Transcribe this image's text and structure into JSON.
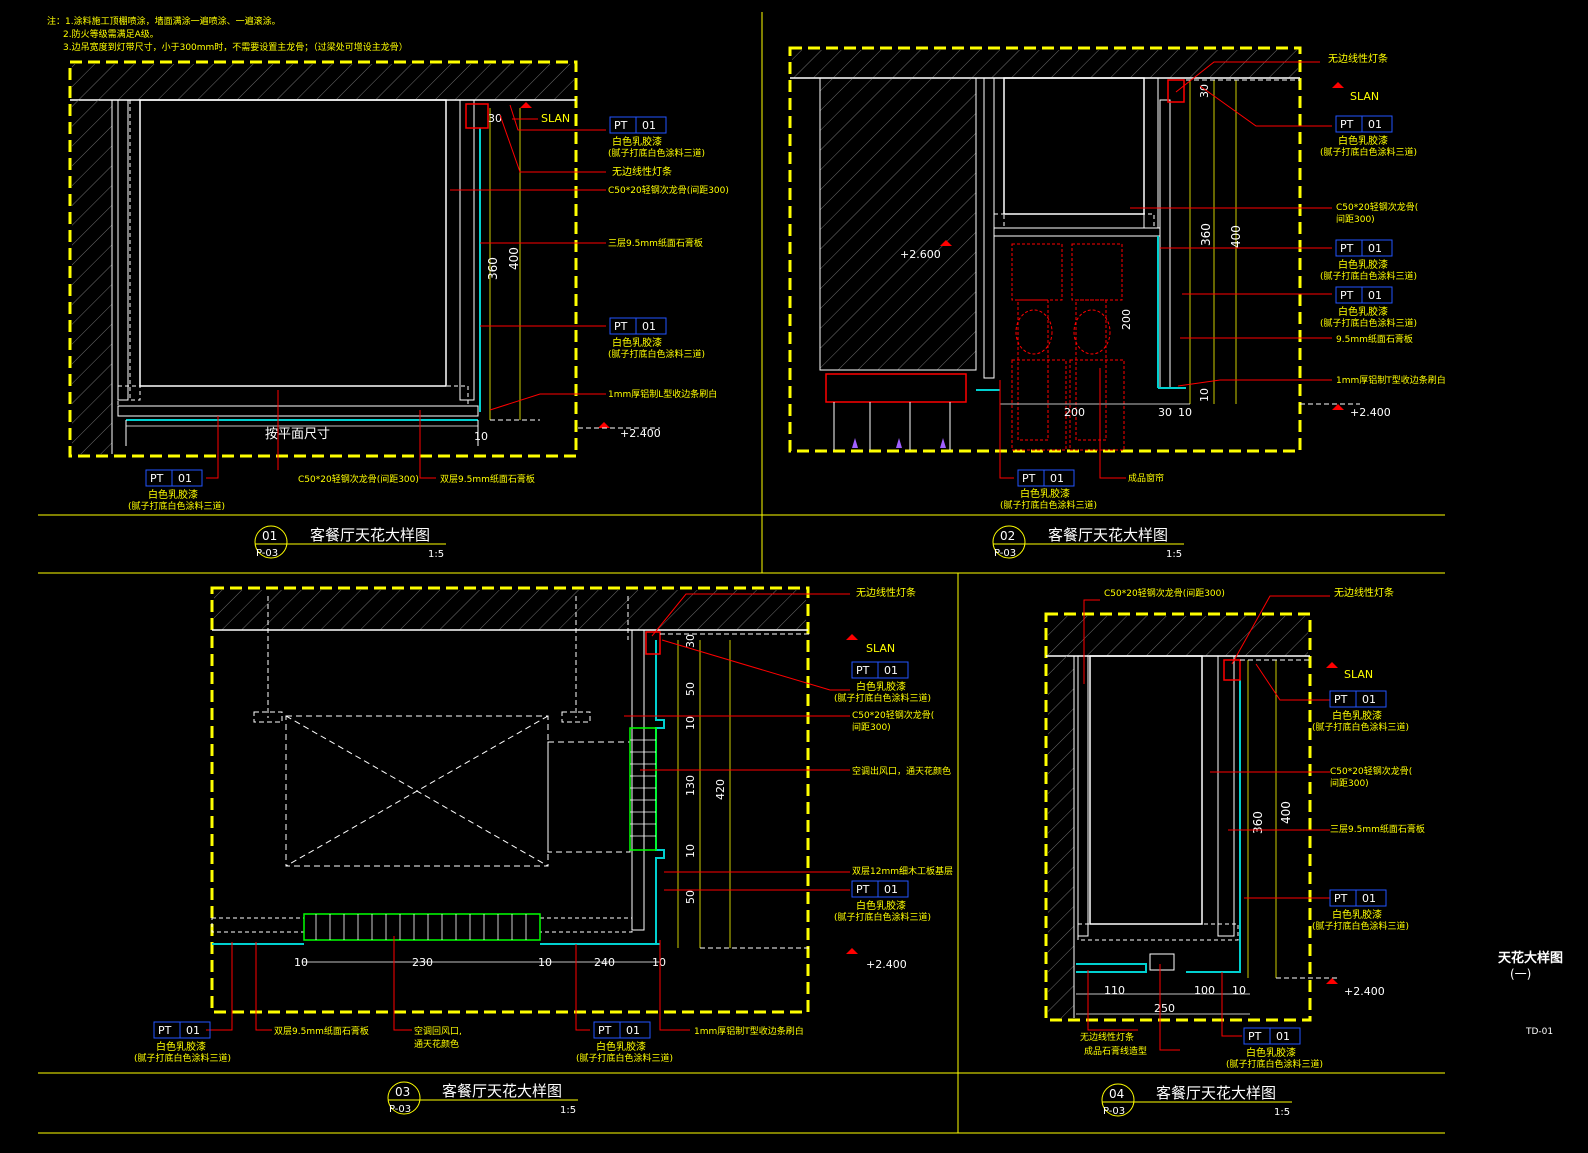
{
  "colors": {
    "bg": "#000000",
    "frame": "#ffff00",
    "leader": "#ff0000",
    "label": "#ffff00",
    "tag": "#ffffff",
    "tag_box": "#2255ff",
    "structure": "#ffffff",
    "cyan": "#00d0d0",
    "green": "#00ff00"
  },
  "notes": [
    "注：1.涂料施工顶棚喷涂，墙面满涂一遍喷涂、一遍滚涂。",
    "2.防火等级需满足A级。",
    "3.边吊宽度到灯带尺寸，小于300mm时，不需要设置主龙骨；（过梁处可增设主龙骨）"
  ],
  "common": {
    "pt_tag": "PT",
    "pt_code": "01",
    "paint_name": "白色乳胶漆",
    "paint_spec": "(腻子打底白色涂料三道)",
    "led_strip": "无边线性灯条",
    "slab": "SLAN",
    "level_ceiling": "+2.400",
    "level_window": "+2.600",
    "sheet_ref": "P-03",
    "scale": "1:5",
    "detail_title": "客餐厅天花大样图"
  },
  "details": [
    {
      "no": "01",
      "labels": {
        "keel_1": "C50*20轻钢次龙骨(间距300)",
        "gypsum_3": "三层9.5mm纸面石膏板",
        "trim": "1mm厚铝制L型收边条刷白",
        "plan_size": "按平面尺寸",
        "keel_2": "C50*20轻钢次龙骨(间距300)",
        "gypsum_2": "双层9.5mm纸面石膏板"
      },
      "dims": [
        "30",
        "360",
        "400",
        "10"
      ]
    },
    {
      "no": "02",
      "labels": {
        "keel": "C50*20轻钢次龙骨(",
        "keel_2": "间距300)",
        "gypsum": "9.5mm纸面石膏板",
        "trim": "1mm厚铝制T型收边条刷白",
        "curtain": "成品窗帘"
      },
      "dims": [
        "30",
        "360",
        "400",
        "200",
        "10",
        "200",
        "30",
        "10"
      ]
    },
    {
      "no": "03",
      "labels": {
        "keel": "C50*20轻钢次龙骨(",
        "keel_2": "间距300)",
        "ac_out": "空调出风口，通天花颜色",
        "board": "双层12mm细木工板基层",
        "gypsum_2": "双层9.5mm纸面石膏板",
        "ac_return": "空调回风口,",
        "ac_return_2": "通天花颜色",
        "trim": "1mm厚铝制T型收边条刷白"
      },
      "dims": [
        "30",
        "50",
        "10",
        "130",
        "10",
        "50",
        "420",
        "10",
        "230",
        "10",
        "240",
        "10"
      ]
    },
    {
      "no": "04",
      "labels": {
        "keel_top": "C50*20轻钢次龙骨(间距300)",
        "keel": "C50*20轻钢次龙骨(",
        "keel_2": "间距300)",
        "gypsum_3": "三层9.5mm纸面石膏板",
        "strip_bottom": "无边线性灯条",
        "gypsum_shape": "成品石膏线造型"
      },
      "dims": [
        "360",
        "400",
        "110",
        "100",
        "10",
        "250"
      ]
    }
  ],
  "sheet": {
    "title": "天花大样图",
    "subtitle": "(一)",
    "code": "TD-01"
  }
}
